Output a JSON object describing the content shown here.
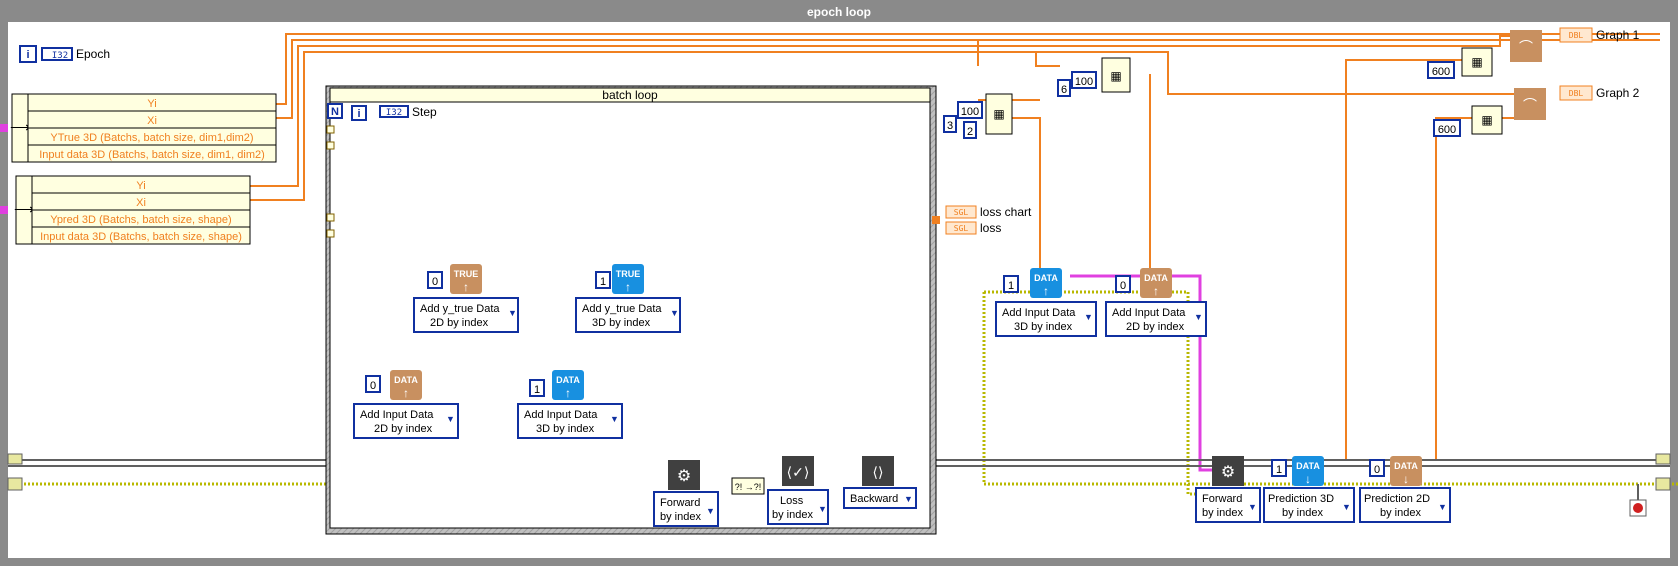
{
  "outer_loop": {
    "title": "epoch loop",
    "iter_label": "Epoch",
    "iter_type": "I32"
  },
  "inner_loop": {
    "title": "batch loop",
    "count_glyph": "N",
    "iter_label": "Step",
    "iter_type": "I32"
  },
  "cluster_top": {
    "items": [
      "Yi",
      "Xi",
      "YTrue 3D (Batchs, batch size, dim1,dim2)",
      "Input data 3D (Batchs, batch size, dim1, dim2)"
    ]
  },
  "cluster_bottom": {
    "items": [
      "Yi",
      "Xi",
      "Ypred 3D (Batchs, batch size, shape)",
      "Input data 3D (Batchs, batch size, shape)"
    ]
  },
  "indicators": {
    "loss_chart": "loss chart",
    "loss": "loss",
    "graph1": "Graph 1",
    "graph2": "Graph 2",
    "sgl": "SGL",
    "dbl": "DBL"
  },
  "constants": {
    "c0_ytrue": "0",
    "c1_ytrue": "1",
    "c0_input": "0",
    "c1_input": "1",
    "c100_a": "100",
    "c3": "3",
    "c2": "2",
    "c6": "6",
    "c100_b": "100",
    "c600_a": "600",
    "c600_b": "600",
    "c1_right": "1",
    "c0_right": "0",
    "c1_pred": "1",
    "c0_pred": "0"
  },
  "subvis": {
    "ytrue2d": [
      "Add y_true Data",
      "2D by index"
    ],
    "ytrue3d": [
      "Add y_true Data",
      "3D by index"
    ],
    "input2d": [
      "Add Input Data",
      "2D by index"
    ],
    "input3d": [
      "Add Input Data",
      "3D by index"
    ],
    "forward": [
      "Forward",
      "by index"
    ],
    "loss": [
      "Loss",
      "by index"
    ],
    "backward": [
      "Backward"
    ],
    "input3d_r": [
      "Add Input Data",
      "3D by index"
    ],
    "input2d_r": [
      "Add Input Data",
      "2D by index"
    ],
    "forward_r": [
      "Forward",
      "by index"
    ],
    "pred3d": [
      "Prediction 3D",
      "by index"
    ],
    "pred2d": [
      "Prediction 2D",
      "by index"
    ]
  },
  "icons": {
    "true_label": "TRUE",
    "data_label": "DATA"
  },
  "colors": {
    "orange_wire": "#f08020",
    "pink_wire": "#e040e0",
    "yellow_wire": "#c8c800",
    "blue_terminal": "#1030a0",
    "tan_icon": "#c89060",
    "blue_icon": "#1890e0",
    "dark_icon": "#404040"
  }
}
